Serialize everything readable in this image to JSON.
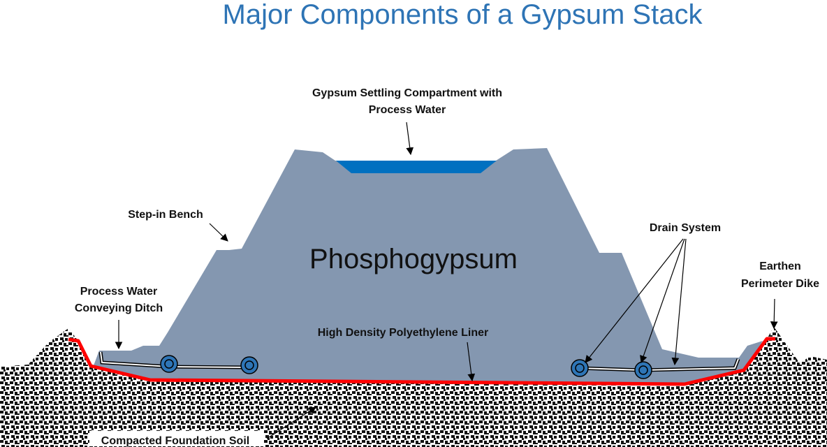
{
  "title": "Major Components of a Gypsum Stack",
  "stack_label": "Phosphogypsum",
  "labels": {
    "settling_line1": "Gypsum Settling Compartment with",
    "settling_line2": "Process Water",
    "step_in_bench": "Step-in Bench",
    "drain_system": "Drain System",
    "ditch_line1": "Process Water",
    "ditch_line2": "Conveying Ditch",
    "dike_line1": "Earthen",
    "dike_line2": "Perimeter Dike",
    "liner": "High Density Polyethylene Liner",
    "soil": "Compacted Foundation Soil"
  },
  "colors": {
    "title": "#2e74b5",
    "stack": "#8497b0",
    "water": "#0070c0",
    "liner": "#ff0000",
    "pipe": "#2e75b6"
  }
}
